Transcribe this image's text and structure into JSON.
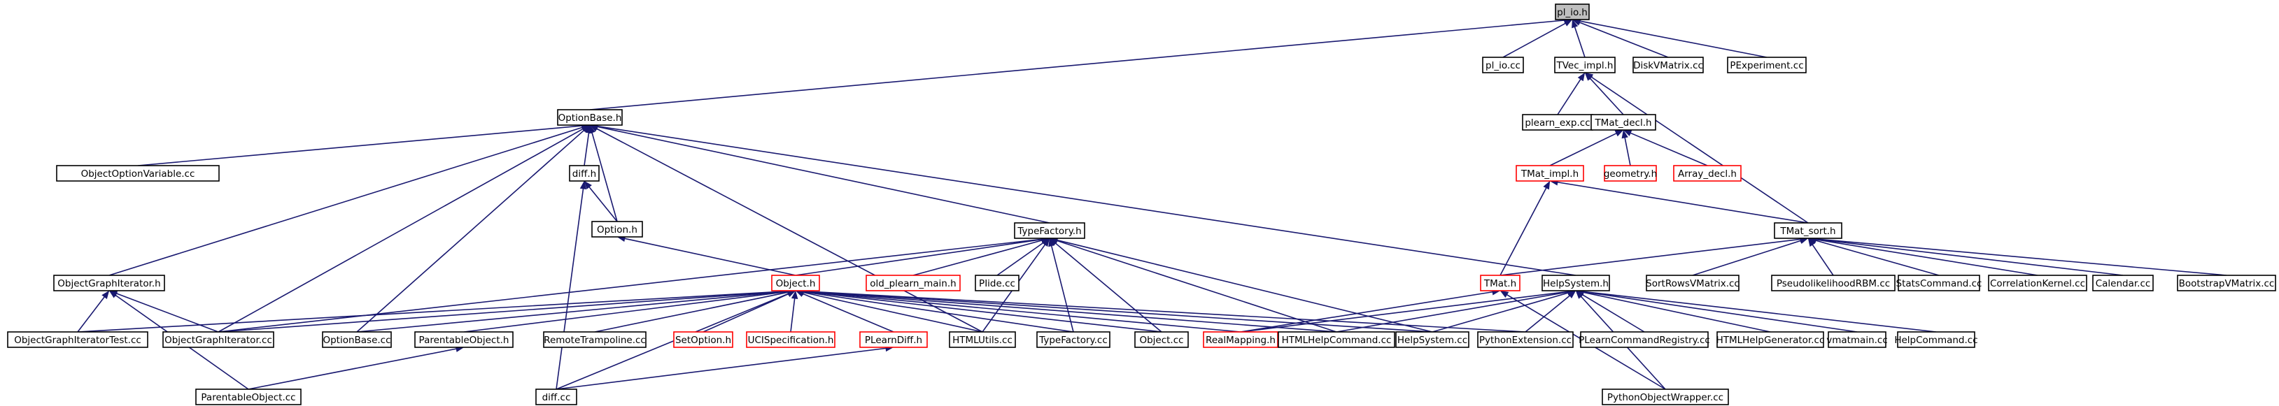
{
  "colors": {
    "background": "#ffffff",
    "edge": "#191970",
    "root_fill": "#bfbfbf",
    "node_stroke": "#000000",
    "truncated_stroke": "#ff0000",
    "text": "#000000"
  },
  "nodes": [
    {
      "id": "pl_io_h",
      "label": "pl_io.h",
      "kind": "root"
    },
    {
      "id": "pl_io_cc",
      "label": "pl_io.cc",
      "kind": "normal"
    },
    {
      "id": "tvec_impl_h",
      "label": "TVec_impl.h",
      "kind": "normal"
    },
    {
      "id": "diskvmatrix_cc",
      "label": "DiskVMatrix.cc",
      "kind": "normal"
    },
    {
      "id": "pexperiment_cc",
      "label": "PExperiment.cc",
      "kind": "normal"
    },
    {
      "id": "optionbase_h",
      "label": "OptionBase.h",
      "kind": "normal"
    },
    {
      "id": "plearn_exp_cc",
      "label": "plearn_exp.cc",
      "kind": "normal"
    },
    {
      "id": "tmat_decl_h",
      "label": "TMat_decl.h",
      "kind": "normal"
    },
    {
      "id": "objectoptionvariable_cc",
      "label": "ObjectOptionVariable.cc",
      "kind": "normal"
    },
    {
      "id": "diff_h",
      "label": "diff.h",
      "kind": "normal"
    },
    {
      "id": "tmat_impl_h",
      "label": "TMat_impl.h",
      "kind": "truncated"
    },
    {
      "id": "geometry_h",
      "label": "geometry.h",
      "kind": "truncated"
    },
    {
      "id": "array_decl_h",
      "label": "Array_decl.h",
      "kind": "truncated"
    },
    {
      "id": "option_h",
      "label": "Option.h",
      "kind": "normal"
    },
    {
      "id": "typefactory_h",
      "label": "TypeFactory.h",
      "kind": "normal"
    },
    {
      "id": "tmat_sort_h",
      "label": "TMat_sort.h",
      "kind": "normal"
    },
    {
      "id": "objectgraphiterator_h",
      "label": "ObjectGraphIterator.h",
      "kind": "normal"
    },
    {
      "id": "object_h",
      "label": "Object.h",
      "kind": "truncated"
    },
    {
      "id": "old_plearn_main_h",
      "label": "old_plearn_main.h",
      "kind": "truncated"
    },
    {
      "id": "plide_cc",
      "label": "PIide.cc",
      "kind": "normal"
    },
    {
      "id": "tmat_h",
      "label": "TMat.h",
      "kind": "truncated"
    },
    {
      "id": "helpsystem_h",
      "label": "HelpSystem.h",
      "kind": "normal"
    },
    {
      "id": "sortrowsvmatrix_cc",
      "label": "SortRowsVMatrix.cc",
      "kind": "normal"
    },
    {
      "id": "pseudolikelihoodrbm_cc",
      "label": "PseudolikelihoodRBM.cc",
      "kind": "normal"
    },
    {
      "id": "statscommand_cc",
      "label": "StatsCommand.cc",
      "kind": "normal"
    },
    {
      "id": "correlationkernel_cc",
      "label": "CorrelationKernel.cc",
      "kind": "normal"
    },
    {
      "id": "calendar_cc",
      "label": "Calendar.cc",
      "kind": "normal"
    },
    {
      "id": "bootstrapvmatrix_cc",
      "label": "BootstrapVMatrix.cc",
      "kind": "normal"
    },
    {
      "id": "objectgraphiteratortest_cc",
      "label": "ObjectGraphIteratorTest.cc",
      "kind": "normal"
    },
    {
      "id": "objectgraphiterator_cc",
      "label": "ObjectGraphIterator.cc",
      "kind": "normal"
    },
    {
      "id": "optionbase_cc",
      "label": "OptionBase.cc",
      "kind": "normal"
    },
    {
      "id": "parentableobject_h",
      "label": "ParentableObject.h",
      "kind": "normal"
    },
    {
      "id": "remotetrampoline_cc",
      "label": "RemoteTrampoline.cc",
      "kind": "normal"
    },
    {
      "id": "setoption_h",
      "label": "SetOption.h",
      "kind": "truncated"
    },
    {
      "id": "ucispecification_h",
      "label": "UCISpecification.h",
      "kind": "truncated"
    },
    {
      "id": "plearndiff_h",
      "label": "PLearnDiff.h",
      "kind": "truncated"
    },
    {
      "id": "htmlutils_cc",
      "label": "HTMLUtils.cc",
      "kind": "normal"
    },
    {
      "id": "typefactory_cc",
      "label": "TypeFactory.cc",
      "kind": "normal"
    },
    {
      "id": "object_cc",
      "label": "Object.cc",
      "kind": "normal"
    },
    {
      "id": "realmapping_h",
      "label": "RealMapping.h",
      "kind": "truncated"
    },
    {
      "id": "htmlhelpcommand_cc",
      "label": "HTMLHelpCommand.cc",
      "kind": "normal"
    },
    {
      "id": "helpsystem_cc",
      "label": "HelpSystem.cc",
      "kind": "normal"
    },
    {
      "id": "pythonextension_cc",
      "label": "PythonExtension.cc",
      "kind": "normal"
    },
    {
      "id": "plearncommandregistry_cc",
      "label": "PLearnCommandRegistry.cc",
      "kind": "normal"
    },
    {
      "id": "htmlhelpgenerator_cc",
      "label": "HTMLHelpGenerator.cc",
      "kind": "normal"
    },
    {
      "id": "vmatmain_cc",
      "label": "vmatmain.cc",
      "kind": "normal"
    },
    {
      "id": "helpcommand_cc",
      "label": "HelpCommand.cc",
      "kind": "normal"
    },
    {
      "id": "parentableobject_cc",
      "label": "ParentableObject.cc",
      "kind": "normal"
    },
    {
      "id": "diff_cc",
      "label": "diff.cc",
      "kind": "normal"
    },
    {
      "id": "pythonobjectwrapper_cc",
      "label": "PythonObjectWrapper.cc",
      "kind": "normal"
    }
  ],
  "edges": [
    [
      "pl_io_cc",
      "pl_io_h"
    ],
    [
      "tvec_impl_h",
      "pl_io_h"
    ],
    [
      "diskvmatrix_cc",
      "pl_io_h"
    ],
    [
      "pexperiment_cc",
      "pl_io_h"
    ],
    [
      "optionbase_h",
      "pl_io_h"
    ],
    [
      "plearn_exp_cc",
      "tvec_impl_h"
    ],
    [
      "tmat_decl_h",
      "tvec_impl_h"
    ],
    [
      "tmat_sort_h",
      "tvec_impl_h"
    ],
    [
      "tmat_impl_h",
      "tmat_decl_h"
    ],
    [
      "geometry_h",
      "tmat_decl_h"
    ],
    [
      "array_decl_h",
      "tmat_decl_h"
    ],
    [
      "tmat_h",
      "tmat_impl_h"
    ],
    [
      "tmat_sort_h",
      "tmat_impl_h"
    ],
    [
      "objectoptionvariable_cc",
      "optionbase_h"
    ],
    [
      "diff_h",
      "optionbase_h"
    ],
    [
      "option_h",
      "optionbase_h"
    ],
    [
      "typefactory_h",
      "optionbase_h"
    ],
    [
      "objectgraphiterator_h",
      "optionbase_h"
    ],
    [
      "objectgraphiterator_cc",
      "optionbase_h"
    ],
    [
      "optionbase_cc",
      "optionbase_h"
    ],
    [
      "htmlutils_cc",
      "optionbase_h"
    ],
    [
      "helpsystem_h",
      "optionbase_h"
    ],
    [
      "option_h",
      "diff_h"
    ],
    [
      "diff_cc",
      "diff_h"
    ],
    [
      "object_h",
      "option_h"
    ],
    [
      "object_h",
      "typefactory_h"
    ],
    [
      "old_plearn_main_h",
      "typefactory_h"
    ],
    [
      "plide_cc",
      "typefactory_h"
    ],
    [
      "objectgraphiterator_cc",
      "typefactory_h"
    ],
    [
      "htmlutils_cc",
      "typefactory_h"
    ],
    [
      "typefactory_cc",
      "typefactory_h"
    ],
    [
      "object_cc",
      "typefactory_h"
    ],
    [
      "htmlhelpcommand_cc",
      "typefactory_h"
    ],
    [
      "helpsystem_cc",
      "typefactory_h"
    ],
    [
      "tmat_h",
      "tmat_sort_h"
    ],
    [
      "sortrowsvmatrix_cc",
      "tmat_sort_h"
    ],
    [
      "pseudolikelihoodrbm_cc",
      "tmat_sort_h"
    ],
    [
      "statscommand_cc",
      "tmat_sort_h"
    ],
    [
      "correlationkernel_cc",
      "tmat_sort_h"
    ],
    [
      "calendar_cc",
      "tmat_sort_h"
    ],
    [
      "bootstrapvmatrix_cc",
      "tmat_sort_h"
    ],
    [
      "objectgraphiteratortest_cc",
      "objectgraphiterator_h"
    ],
    [
      "objectgraphiterator_cc",
      "objectgraphiterator_h"
    ],
    [
      "parentableobject_cc",
      "objectgraphiterator_h"
    ],
    [
      "objectgraphiteratortest_cc",
      "object_h"
    ],
    [
      "objectgraphiterator_cc",
      "object_h"
    ],
    [
      "optionbase_cc",
      "object_h"
    ],
    [
      "parentableobject_h",
      "object_h"
    ],
    [
      "remotetrampoline_cc",
      "object_h"
    ],
    [
      "setoption_h",
      "object_h"
    ],
    [
      "ucispecification_h",
      "object_h"
    ],
    [
      "plearndiff_h",
      "object_h"
    ],
    [
      "htmlutils_cc",
      "object_h"
    ],
    [
      "typefactory_cc",
      "object_h"
    ],
    [
      "object_cc",
      "object_h"
    ],
    [
      "realmapping_h",
      "object_h"
    ],
    [
      "htmlhelpcommand_cc",
      "object_h"
    ],
    [
      "helpsystem_cc",
      "object_h"
    ],
    [
      "pythonextension_cc",
      "object_h"
    ],
    [
      "diff_cc",
      "object_h"
    ],
    [
      "realmapping_h",
      "tmat_h"
    ],
    [
      "pythonobjectwrapper_cc",
      "tmat_h"
    ],
    [
      "realmapping_h",
      "helpsystem_h"
    ],
    [
      "htmlhelpcommand_cc",
      "helpsystem_h"
    ],
    [
      "helpsystem_cc",
      "helpsystem_h"
    ],
    [
      "pythonextension_cc",
      "helpsystem_h"
    ],
    [
      "plearncommandregistry_cc",
      "helpsystem_h"
    ],
    [
      "htmlhelpgenerator_cc",
      "helpsystem_h"
    ],
    [
      "vmatmain_cc",
      "helpsystem_h"
    ],
    [
      "helpcommand_cc",
      "helpsystem_h"
    ],
    [
      "pythonobjectwrapper_cc",
      "helpsystem_h"
    ],
    [
      "parentableobject_cc",
      "parentableobject_h"
    ],
    [
      "diff_cc",
      "plearndiff_h"
    ]
  ]
}
